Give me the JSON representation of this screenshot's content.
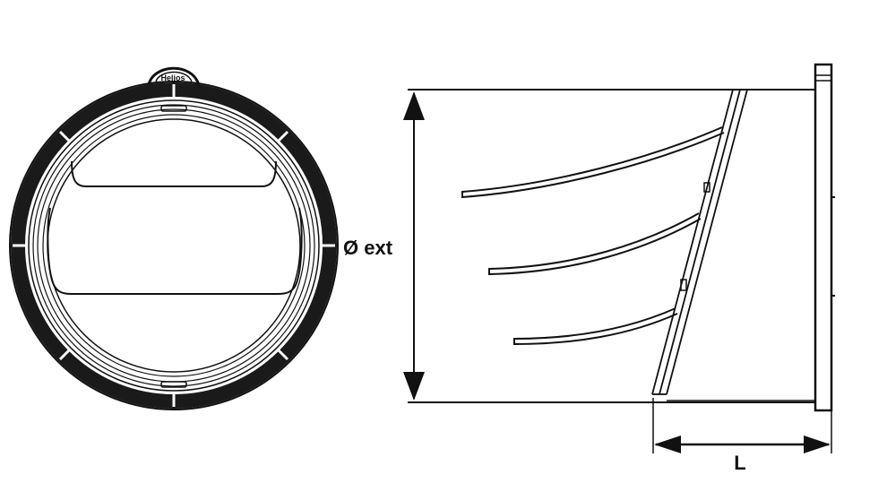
{
  "diagram": {
    "front_view": {
      "logo_text": "Helios"
    },
    "side_view": {
      "dimension_diameter_label": "Ø ext",
      "dimension_length_label": "L"
    }
  },
  "colors": {
    "line": "#111111",
    "ring": "#1a1a1a",
    "background": "#ffffff"
  }
}
